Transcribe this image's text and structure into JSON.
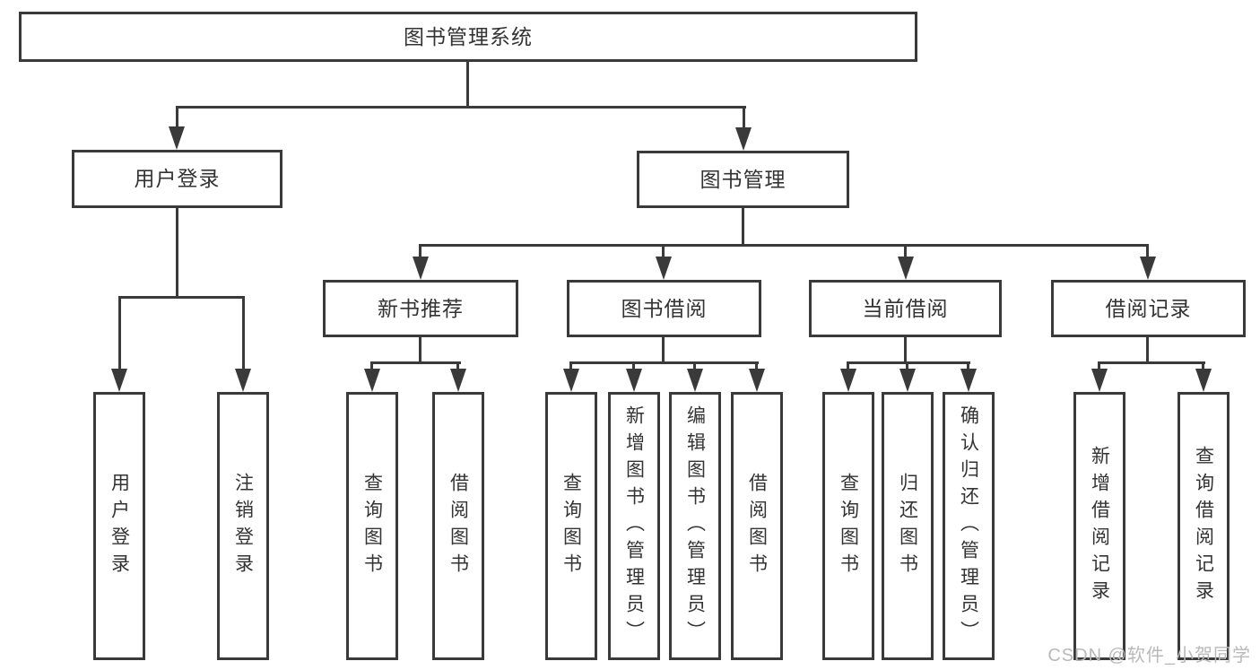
{
  "diagram": {
    "root": {
      "label": "图书管理系统",
      "children": [
        {
          "label": "用户登录",
          "children": [
            {
              "label": "用户登录"
            },
            {
              "label": "注销登录"
            }
          ]
        },
        {
          "label": "图书管理",
          "children": [
            {
              "label": "新书推荐",
              "children": [
                {
                  "label": "查询图书"
                },
                {
                  "label": "借阅图书"
                }
              ]
            },
            {
              "label": "图书借阅",
              "children": [
                {
                  "label": "查询图书"
                },
                {
                  "label": "新增图书（管理员）"
                },
                {
                  "label": "编辑图书（管理员）"
                },
                {
                  "label": "借阅图书"
                }
              ]
            },
            {
              "label": "当前借阅",
              "children": [
                {
                  "label": "查询图书"
                },
                {
                  "label": "归还图书"
                },
                {
                  "label": "确认归还（管理员）"
                }
              ]
            },
            {
              "label": "借阅记录",
              "children": [
                {
                  "label": "新增借阅记录"
                },
                {
                  "label": "查询借阅记录"
                }
              ]
            }
          ]
        }
      ]
    }
  },
  "watermark": "CSDN @软件_小贺同学",
  "colors": {
    "line": "#3a3a3a",
    "text": "#333333",
    "background": "#ffffff",
    "watermark": "#b9b9b9"
  }
}
